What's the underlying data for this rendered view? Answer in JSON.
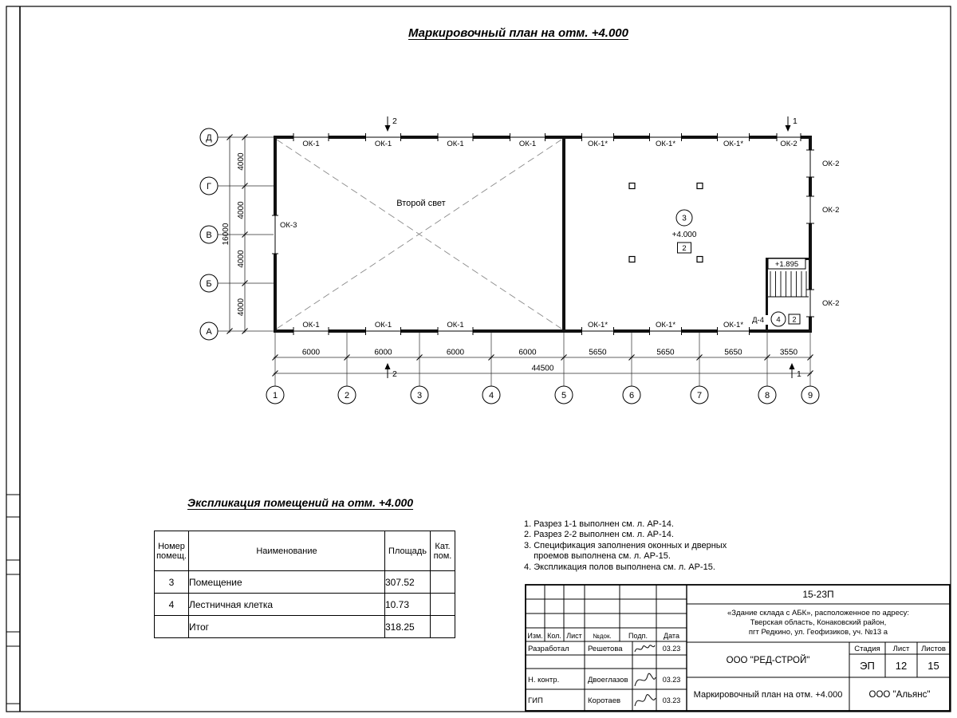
{
  "sheet": {
    "title": "Маркировочный план на отм. +4.000"
  },
  "plan": {
    "rows": [
      "Д",
      "Г",
      "В",
      "Б",
      "А"
    ],
    "cols": [
      "1",
      "2",
      "3",
      "4",
      "5",
      "6",
      "7",
      "8",
      "9"
    ],
    "row_dims": [
      "4000",
      "4000",
      "4000",
      "4000"
    ],
    "row_total": "16000",
    "col_dims": [
      "6000",
      "6000",
      "6000",
      "6000",
      "5650",
      "5650",
      "5650",
      "3550"
    ],
    "col_total": "44500",
    "top_windows": [
      "ОК-1",
      "ОК-1",
      "ОК-1",
      "ОК-1",
      "ОК-1*",
      "ОК-1*",
      "ОК-1*",
      "ОК-2"
    ],
    "bottom_windows": [
      "ОК-1",
      "ОК-1",
      "ОК-1",
      "ОК-1*",
      "ОК-1*",
      "ОК-1*"
    ],
    "right_windows": [
      "ОК-2",
      "ОК-2",
      "ОК-2"
    ],
    "left_window": "ОК-3",
    "second_light": "Второй свет",
    "room3_num": "3",
    "room3_elev": "+4.000",
    "room3_cat": "2",
    "room4_num": "4",
    "room4_cat": "2",
    "door_mark": "Д-4",
    "stair_elev": "+1.895",
    "section_1": "1",
    "section_2": "2"
  },
  "schedule": {
    "heading": "Экспликация помещений на отм. +4.000",
    "col_headers": [
      "Номер помещ.",
      "Наименование",
      "Площадь",
      "Кат. пом."
    ],
    "rows": [
      {
        "num": "3",
        "name": "Помещение",
        "area": "307.52",
        "cat": ""
      },
      {
        "num": "4",
        "name": "Лестничная клетка",
        "area": "10.73",
        "cat": ""
      },
      {
        "num": "",
        "name": "Итог",
        "area": "318.25",
        "cat": ""
      }
    ]
  },
  "notes": {
    "lines": [
      "1. Разрез 1-1 выполнен см. л. АР-14.",
      "2. Разрез 2-2 выполнен см. л. АР-14.",
      "3. Спецификация заполнения оконных и дверных",
      "    проемов выполнена см. л. АР-15.",
      "4. Экспликация полов выполнена см. л. АР-15."
    ]
  },
  "titleblock": {
    "code": "15-23П",
    "object_lines": [
      "«Здание склада с АБК», расположенное по адресу:",
      "Тверская область, Конаковский район,",
      "пгт Редкино, ул. Геофизиков, уч. №13 а"
    ],
    "header_cols": [
      "Изм.",
      "Кол.",
      "Лист",
      "№док.",
      "Подп.",
      "Дата"
    ],
    "rows": [
      {
        "role": "Разработал",
        "name": "Решетова",
        "date": "03.23"
      },
      {
        "role": "Н. контр.",
        "name": "Двоеглазов",
        "date": "03.23"
      },
      {
        "role": "ГИП",
        "name": "Коротаев",
        "date": "03.23"
      }
    ],
    "org": "ООО \"РЕД-СТРОЙ\"",
    "stage_label": "Стадия",
    "sheet_label": "Лист",
    "sheets_label": "Листов",
    "stage": "ЭП",
    "sheet_no": "12",
    "sheets_total": "15",
    "doc_name": "Маркировочный план на отм. +4.000",
    "contractor": "ООО \"Альянс\""
  }
}
